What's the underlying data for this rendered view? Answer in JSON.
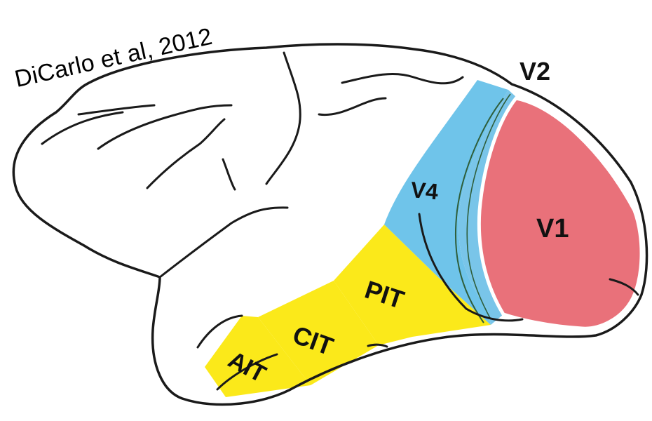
{
  "figure": {
    "credit": "DiCarlo et al, 2012",
    "areas": [
      {
        "id": "v1",
        "label": "V1",
        "color": "#e9717a"
      },
      {
        "id": "v2",
        "label": "V2",
        "color": "#79c5e9"
      },
      {
        "id": "v4",
        "label": "V4",
        "color": "#6fc4ea"
      },
      {
        "id": "pit",
        "label": "PIT",
        "color": "#fbe91a"
      },
      {
        "id": "cit",
        "label": "CIT",
        "color": "#fbe91a"
      },
      {
        "id": "ait",
        "label": "AIT",
        "color": "#fbe91a"
      }
    ],
    "outline_color": "#1a1a1a",
    "boundary_color": "#2f5e3a"
  }
}
